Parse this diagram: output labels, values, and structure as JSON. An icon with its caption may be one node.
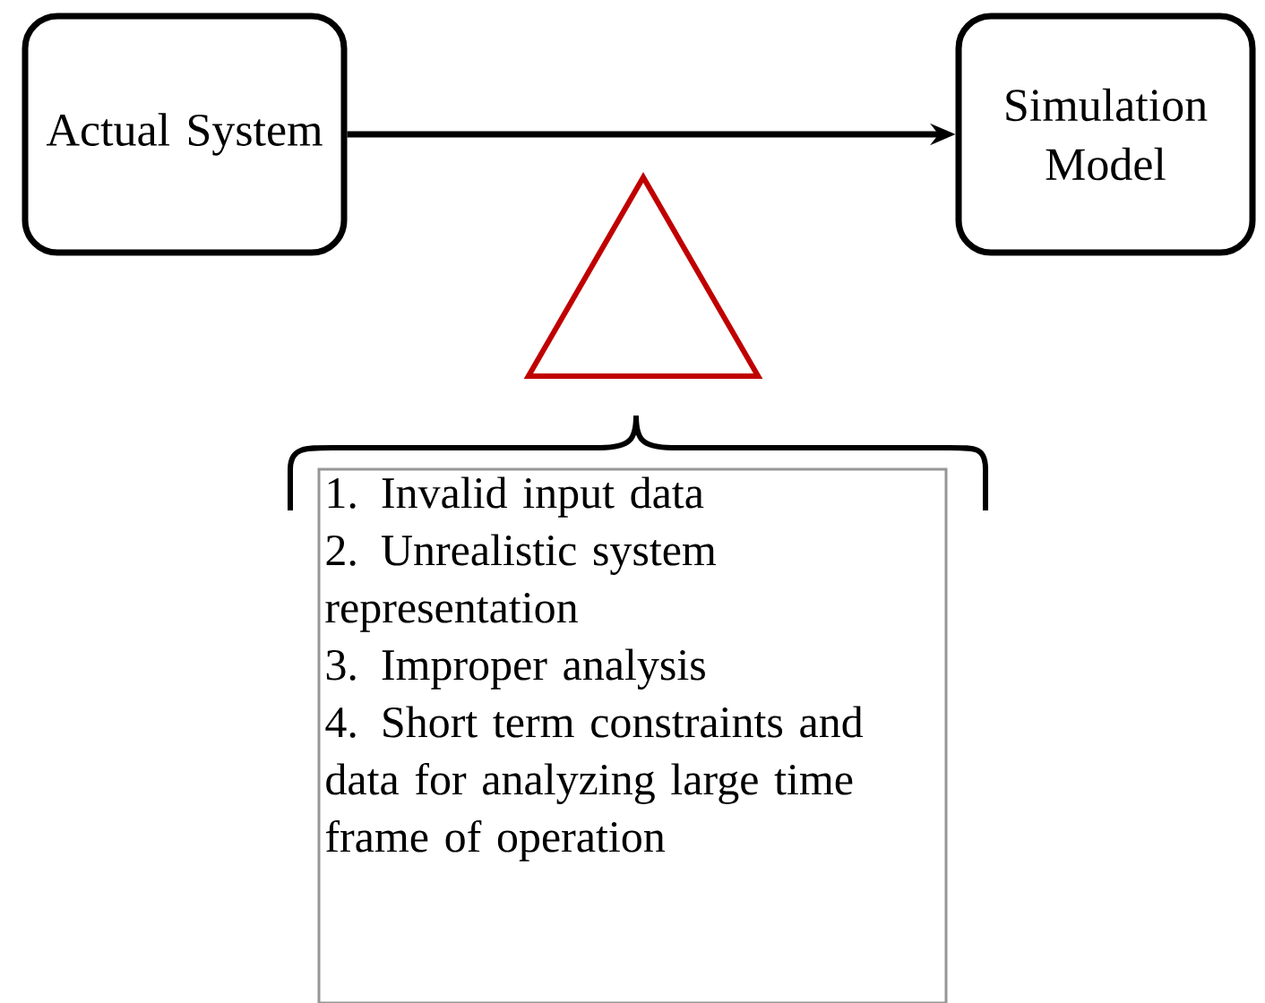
{
  "diagram": {
    "nodes": [
      {
        "text": [
          "Actual System"
        ]
      },
      {
        "text": [
          "Simulation Model"
        ]
      },
      {
        "text": [],
        "shape": "triangle"
      },
      {
        "text": [
          "1. Invalid input data",
          "2. Unrealistic system representation",
          "3. Improper analysis",
          "4. Short term constraints and data for analyzing large time frame of operation"
        ]
      }
    ],
    "edges": [
      {
        "from": 0,
        "to": 1,
        "arrow": "to"
      }
    ]
  }
}
